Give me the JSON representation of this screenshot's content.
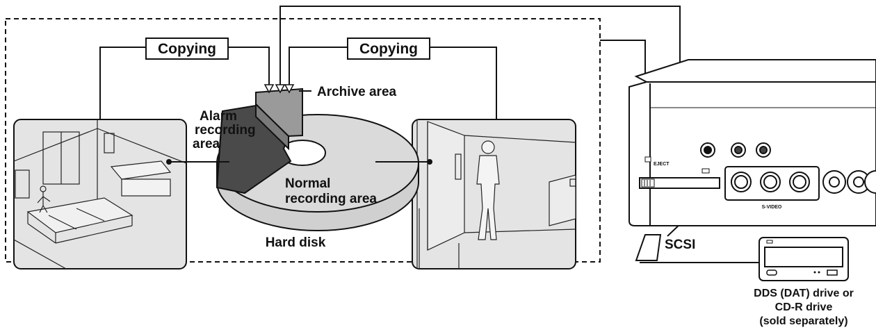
{
  "labels": {
    "copying_left": "Copying",
    "copying_right": "Copying",
    "archive_area": "Archive area",
    "alarm_line1": "Alarm",
    "alarm_line2": "recording",
    "alarm_line3": "area",
    "normal_line1": "Normal",
    "normal_line2": "recording area",
    "hard_disk": "Hard disk",
    "scsi": "SCSI",
    "drive_line1": "DDS (DAT) drive or",
    "drive_line2": "CD-R drive",
    "drive_line3": "(sold separately)",
    "svideo": "S-VIDEO",
    "eject": "EJECT"
  },
  "colors": {
    "line": "#111111",
    "photo_bg": "#e4e4e4",
    "alarm_fill": "#4a4a4a",
    "archive_fill": "#9a9a9a",
    "disk_fill": "#d8d8d8"
  }
}
